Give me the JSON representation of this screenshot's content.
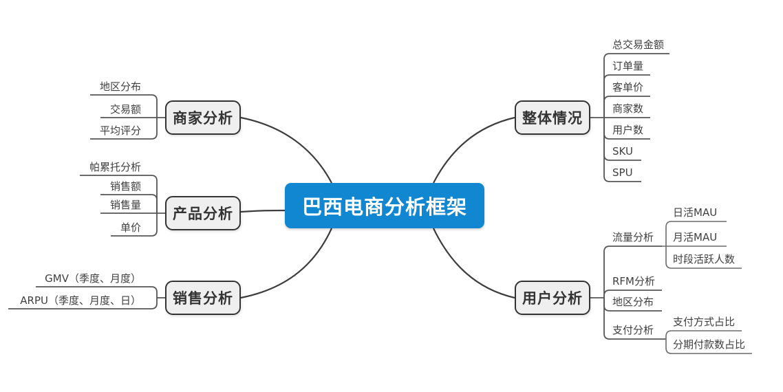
{
  "colors": {
    "root_bg": "#1187d1",
    "branch_bg": "#efefef",
    "line_dark": "#3d3d3d",
    "line_mid": "#555555"
  },
  "root": {
    "label": "巴西电商分析框架"
  },
  "branches": {
    "left": [
      {
        "label": "商家分析",
        "children": [
          {
            "label": "地区分布"
          },
          {
            "label": "交易额"
          },
          {
            "label": "平均评分"
          }
        ]
      },
      {
        "label": "产品分析",
        "children": [
          {
            "label": "帕累托分析"
          },
          {
            "label": "销售额"
          },
          {
            "label": "销售量"
          },
          {
            "label": "单价"
          }
        ]
      },
      {
        "label": "销售分析",
        "children": [
          {
            "label": "GMV（季度、月度）"
          },
          {
            "label": "ARPU（季度、月度、日）"
          }
        ]
      }
    ],
    "right": [
      {
        "label": "整体情况",
        "children": [
          {
            "label": "总交易金额"
          },
          {
            "label": "订单量"
          },
          {
            "label": "客单价"
          },
          {
            "label": "商家数"
          },
          {
            "label": "用户数"
          },
          {
            "label": "SKU"
          },
          {
            "label": "SPU"
          }
        ]
      },
      {
        "label": "用户分析",
        "children": [
          {
            "label": "流量分析",
            "children": [
              {
                "label": "日活MAU"
              },
              {
                "label": "月活MAU"
              },
              {
                "label": "时段活跃人数"
              }
            ]
          },
          {
            "label": "RFM分析"
          },
          {
            "label": "地区分布"
          },
          {
            "label": "支付分析",
            "children": [
              {
                "label": "支付方式占比"
              },
              {
                "label": "分期付款数占比"
              }
            ]
          }
        ]
      }
    ]
  }
}
